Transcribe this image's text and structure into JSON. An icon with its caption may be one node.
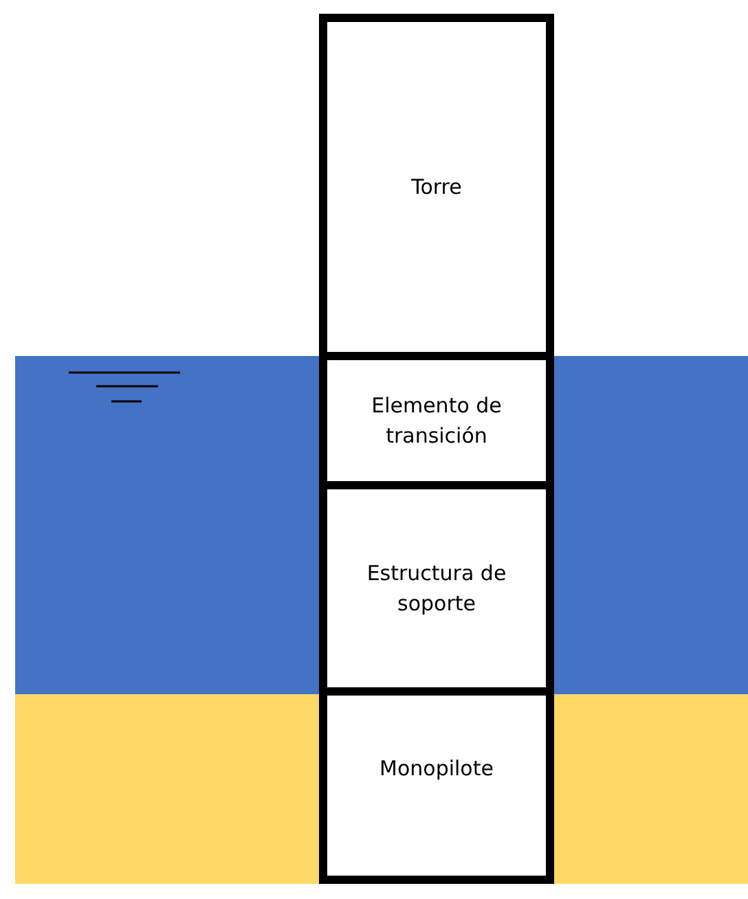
{
  "diagram": {
    "nodes": [
      {
        "text": [
          "Torre"
        ]
      },
      {
        "text": [
          "Elemento de transición"
        ]
      },
      {
        "text": [
          "Estructura de soporte"
        ]
      },
      {
        "text": [
          "Monopilote"
        ]
      }
    ]
  }
}
